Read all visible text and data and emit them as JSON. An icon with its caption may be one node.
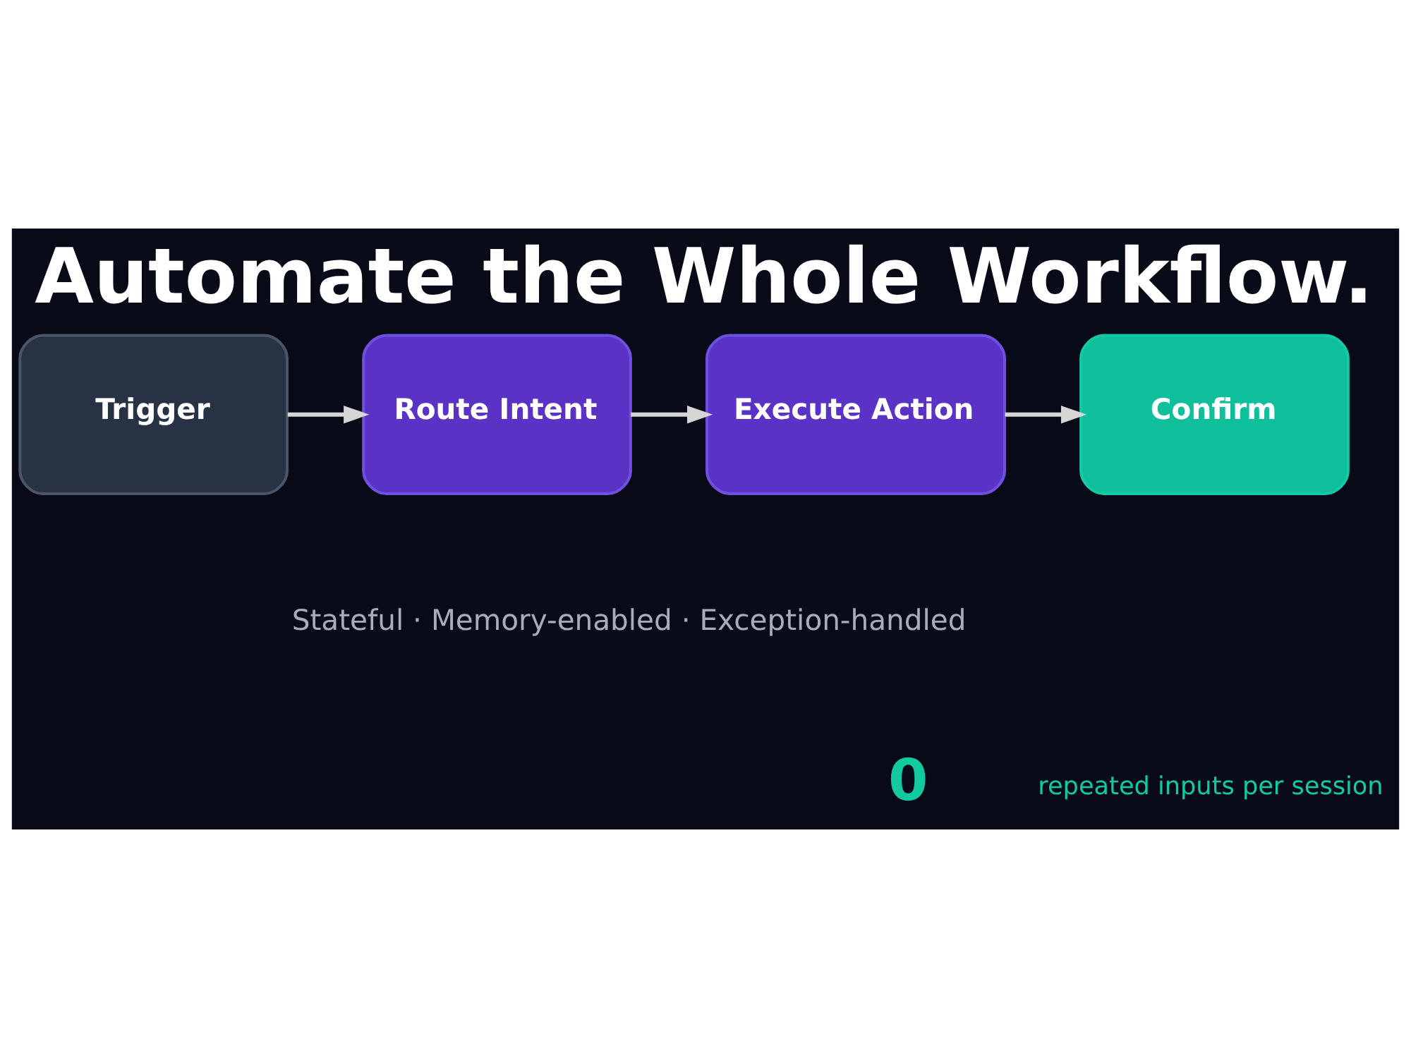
{
  "diagram": {
    "title": "Automate the Whole Workflow.",
    "nodes": [
      {
        "text": [
          "Trigger"
        ]
      },
      {
        "text": [
          "Route Intent"
        ]
      },
      {
        "text": [
          "Execute Action"
        ]
      },
      {
        "text": [
          "Confirm"
        ]
      }
    ],
    "edges": [
      {
        "from": 0,
        "to": 1,
        "arrow": "to"
      },
      {
        "from": 1,
        "to": 2,
        "arrow": "to"
      },
      {
        "from": 2,
        "to": 3,
        "arrow": "to"
      }
    ],
    "labels": [
      "Stateful · Memory-enabled · Exception-handled",
      "0",
      "repeated inputs per session"
    ]
  }
}
